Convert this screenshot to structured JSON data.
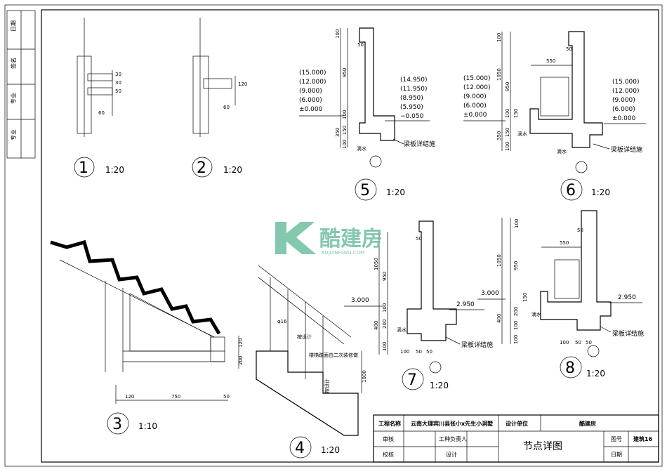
{
  "left_strip": {
    "labels": [
      "日期",
      "签名",
      "专业",
      "专业"
    ]
  },
  "details": {
    "d1": {
      "num": "1",
      "scale": "1:20",
      "dims": [
        "30",
        "30",
        "50",
        "60"
      ]
    },
    "d2": {
      "num": "2",
      "scale": "1:20",
      "dims": [
        "120",
        "60"
      ]
    },
    "d3": {
      "num": "3",
      "scale": "1:10",
      "dims": [
        "120",
        "750",
        "50",
        "120",
        "200"
      ]
    },
    "d4": {
      "num": "4",
      "scale": "1:20",
      "notes": [
        "按设计",
        "楼梯踏面由二次装修做",
        "按设计"
      ],
      "dims": [
        "φ16",
        "1000"
      ]
    },
    "d5": {
      "num": "5",
      "scale": "1:20",
      "dims": [
        "100",
        "50",
        "950",
        "100",
        "350",
        "150",
        "100"
      ],
      "levels_left": [
        "(15.000)",
        "(12.000)",
        "(9.000)",
        "(6.000)",
        "±0.000"
      ],
      "levels_right": [
        "(14.950)",
        "(11.950)",
        "(8.950)",
        "(5.950)",
        "−0.050"
      ],
      "drip": "滴水",
      "beam_note": "梁板详结施"
    },
    "d6": {
      "num": "6",
      "scale": "1:20",
      "dims": [
        "100",
        "1050",
        "50",
        "550",
        "950",
        "100",
        "150",
        "350",
        "150",
        "100"
      ],
      "levels_left": [
        "(15.000)",
        "(12.000)",
        "(9.000)",
        "(6.000)",
        "±0.000"
      ],
      "levels_right": [
        "(15.000)",
        "(12.000)",
        "(9.000)",
        "(6.000)",
        "±0.000"
      ],
      "drip": "滴水",
      "beam_note": "梁板详结施"
    },
    "d7": {
      "num": "7",
      "scale": "1:20",
      "dims": [
        "100",
        "50",
        "1050",
        "950",
        "100",
        "400",
        "200",
        "100",
        "100",
        "50",
        "50"
      ],
      "level_left": "3.000",
      "level_right": "2.950",
      "drip": "滴水",
      "beam_note": "梁板详结施"
    },
    "d8": {
      "num": "8",
      "scale": "1:20",
      "dims": [
        "100",
        "50",
        "550",
        "1050",
        "950",
        "150",
        "200",
        "400",
        "100",
        "100",
        "100",
        "50",
        "50"
      ],
      "level_left": "3.000",
      "level_right": "2.950",
      "drip": "滴水",
      "beam_note": "梁板详结施"
    }
  },
  "watermark": {
    "brand": "酷建房",
    "url": "KUJIANFANG.COM"
  },
  "title_block": {
    "project_label": "工程名称",
    "project_value": "云南大理宾川县张小x先生小洞墅",
    "design_unit_label": "设计单位",
    "design_unit_value": "酷建房",
    "review_label": "审核",
    "lead_label": "工种负责人",
    "drawing_title": "节点详图",
    "drawing_no_label": "图号",
    "drawing_no_value": "建筑16",
    "check_label": "校核",
    "design_label": "设计",
    "date_label": "日期"
  },
  "colors": {
    "watermark": "#6fbfa0"
  }
}
